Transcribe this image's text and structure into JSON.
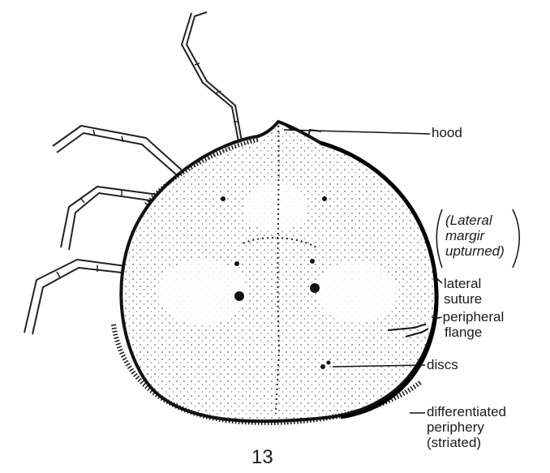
{
  "figure_number": "13",
  "labels": {
    "hood": "hood",
    "lateral_margin_note": [
      "(Lateral",
      "margir",
      "upturned)"
    ],
    "lateral_suture": [
      "lateral",
      "suture"
    ],
    "peripheral_flange": [
      "-peripheral",
      "flange"
    ],
    "discs": "discs",
    "differentiated_periphery": [
      "differentiated",
      "periphery",
      "(striated)"
    ]
  }
}
